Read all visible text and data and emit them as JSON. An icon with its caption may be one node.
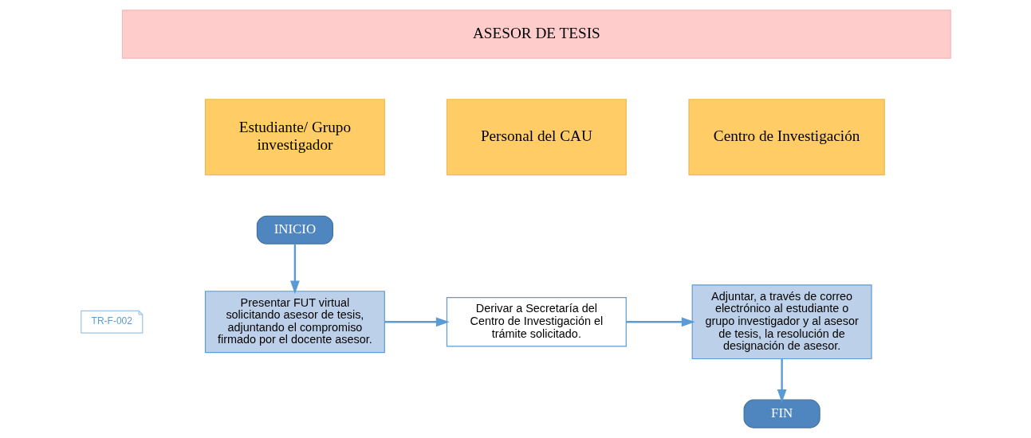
{
  "diagram": {
    "nodes": [
      {
        "text": [
          "ASESOR DE TESIS"
        ]
      },
      {
        "text": [
          "Estudiante/ Grupo investigador"
        ]
      },
      {
        "text": [
          "Personal del CAU"
        ]
      },
      {
        "text": [
          "Centro de Investigación"
        ]
      },
      {
        "text": [
          "INICIO"
        ]
      },
      {
        "text": [
          "TR-F-002"
        ]
      },
      {
        "text": [
          "Presentar FUT virtual solicitando asesor de tesis, adjuntando el compromiso firmado por el docente asesor."
        ]
      },
      {
        "text": [
          "Derivar a Secretaría del Centro de Investigación el trámite solicitado."
        ]
      },
      {
        "text": [
          "Adjuntar, a través de correo electrónico al estudiante o grupo investigador y al asesor de tesis, la resolución de designación de asesor."
        ]
      },
      {
        "text": [
          "FIN"
        ]
      }
    ],
    "edges": [
      {
        "from": 4,
        "to": 6,
        "arrow": "to"
      },
      {
        "from": 6,
        "to": 7,
        "arrow": "to"
      },
      {
        "from": 7,
        "to": 8,
        "arrow": "to"
      },
      {
        "from": 8,
        "to": 9,
        "arrow": "to"
      }
    ]
  }
}
